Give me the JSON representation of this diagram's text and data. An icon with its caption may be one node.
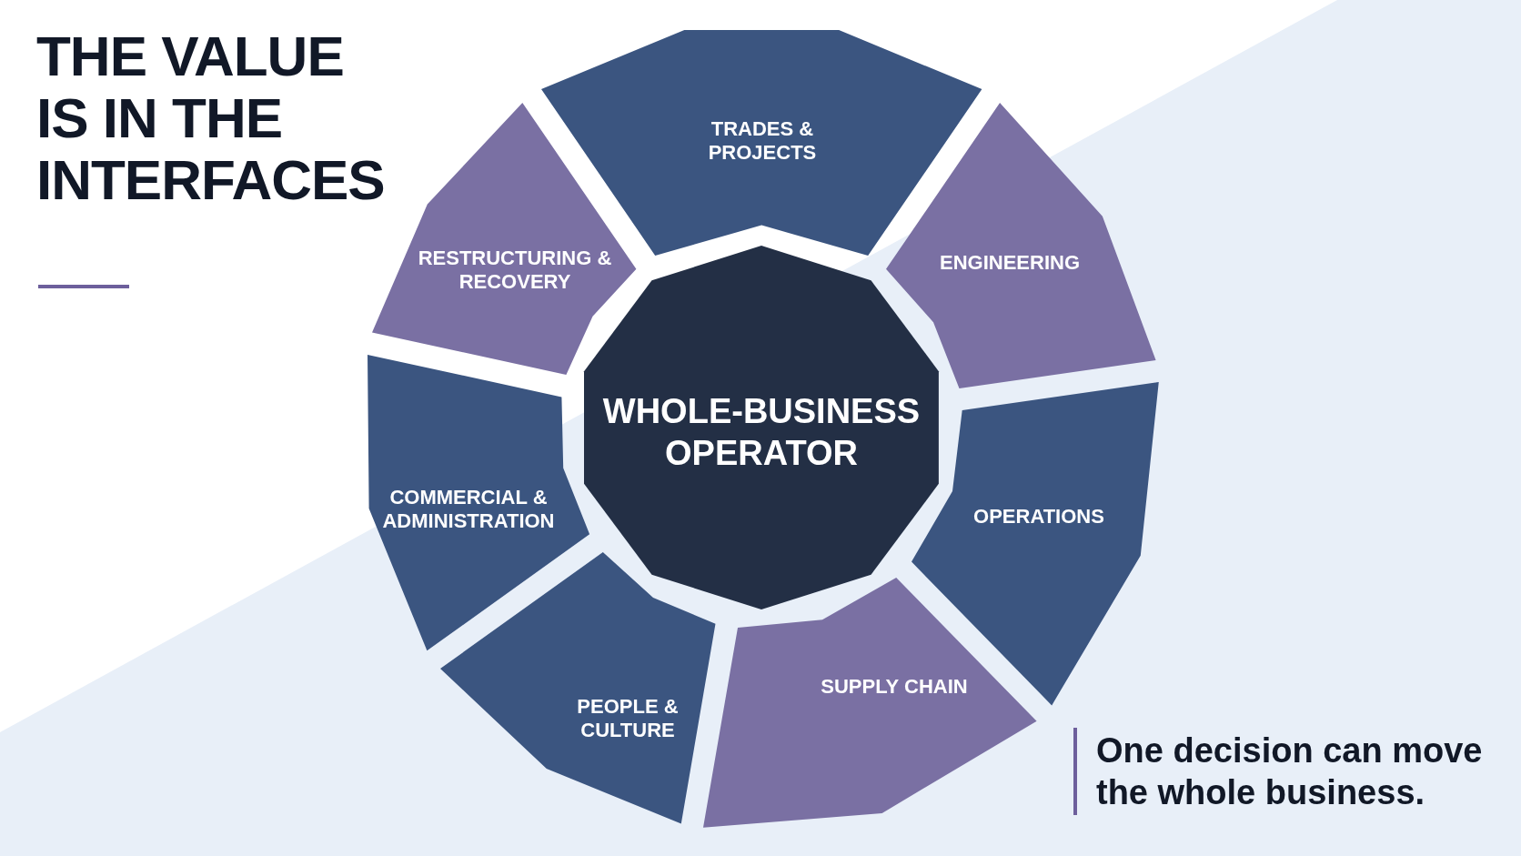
{
  "diagram": {
    "title": "THE VALUE IS IN THE INTERFACES",
    "caption": "One decision can move the whole business.",
    "nodes": [
      {
        "text": [
          "WHOLE-BUSINESS OPERATOR"
        ]
      },
      {
        "text": [
          "TRADES & PROJECTS"
        ]
      },
      {
        "text": [
          "ENGINEERING"
        ]
      },
      {
        "text": [
          "OPERATIONS"
        ]
      },
      {
        "text": [
          "SUPPLY CHAIN"
        ]
      },
      {
        "text": [
          "PEOPLE & CULTURE"
        ]
      },
      {
        "text": [
          "COMMERCIAL & ADMINISTRATION"
        ]
      },
      {
        "text": [
          "RESTRUCTURING & RECOVERY"
        ]
      }
    ]
  }
}
